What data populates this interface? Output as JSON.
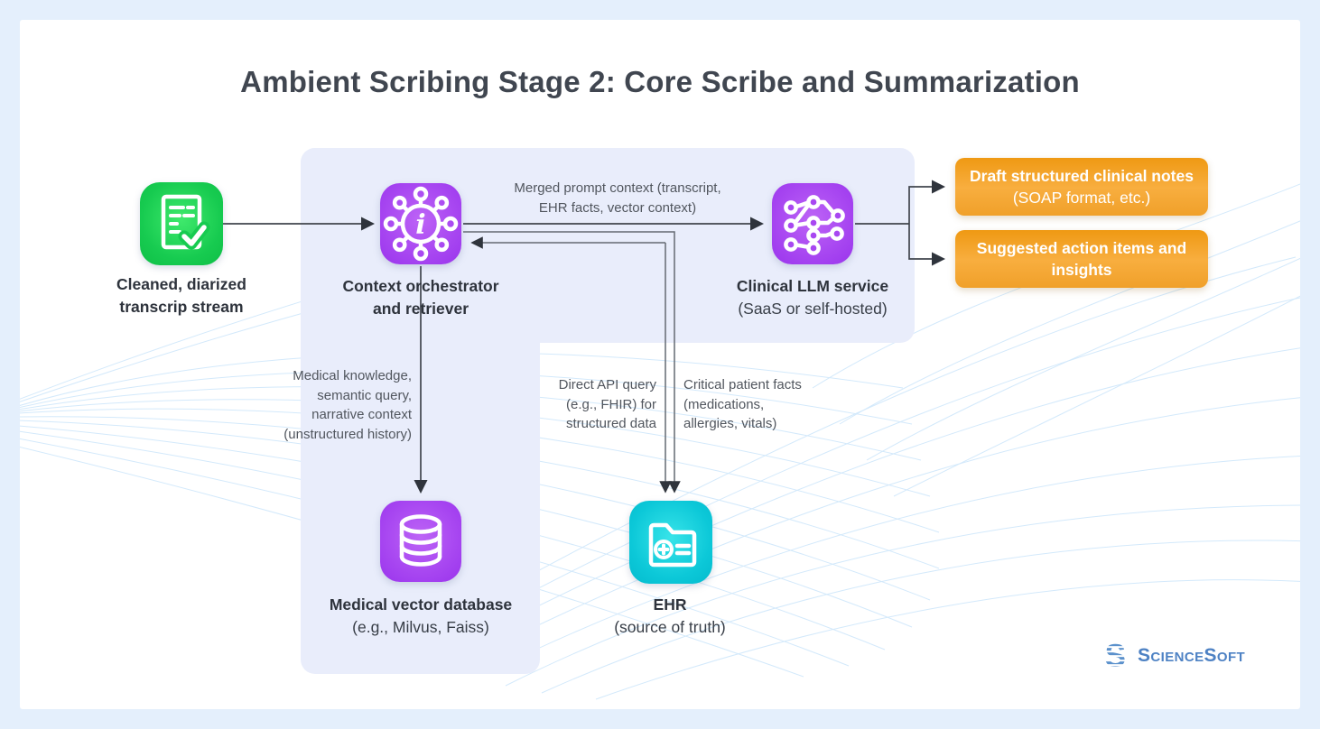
{
  "title": "Ambient Scribing Stage 2: Core Scribe and Summarization",
  "nodes": {
    "transcript": {
      "label": "Cleaned, diarized\ntranscrip stream"
    },
    "orchestrator": {
      "label": "Context orchestrator\nand retriever"
    },
    "llm": {
      "label": "Clinical LLM service",
      "sub": "(SaaS or self-hosted)"
    },
    "vectordb": {
      "label": "Medical vector database",
      "sub": "(e.g., Milvus, Faiss)"
    },
    "ehr": {
      "label": "EHR",
      "sub": "(source of truth)"
    }
  },
  "outputs": {
    "notes": {
      "bold": "Draft structured clinical notes",
      "rest": " (SOAP format, etc.)"
    },
    "actions": {
      "bold": "Suggested action items and insights",
      "rest": ""
    }
  },
  "edges": {
    "merged_prompt": "Merged prompt context (transcript,\nEHR facts, vector context)",
    "medical_knowledge": "Medical knowledge,\nsemantic query,\nnarrative context\n(unstructured history)",
    "direct_api": "Direct API query\n(e.g., FHIR) for\nstructured data",
    "patient_facts": "Critical patient facts\n(medications,\nallergies, vitals)"
  },
  "icons": {
    "transcript": "document-check-icon",
    "orchestrator": "hub-info-icon",
    "llm": "neural-network-icon",
    "vectordb": "database-icon",
    "ehr": "medical-folder-icon"
  },
  "logo": {
    "text": "ScienceSoft"
  },
  "colors": {
    "background": "#e4effc",
    "surface": "#ffffff",
    "panel": "#e9edfb",
    "green": "#17cb50",
    "purple": "#a847f1",
    "cyan": "#0cc8d8",
    "orange": "#f3a32a",
    "arrow_dark": "#40454d",
    "arrow_gray": "#646a72",
    "text_dark": "#2e333c",
    "logo_blue": "#4e82c4"
  }
}
